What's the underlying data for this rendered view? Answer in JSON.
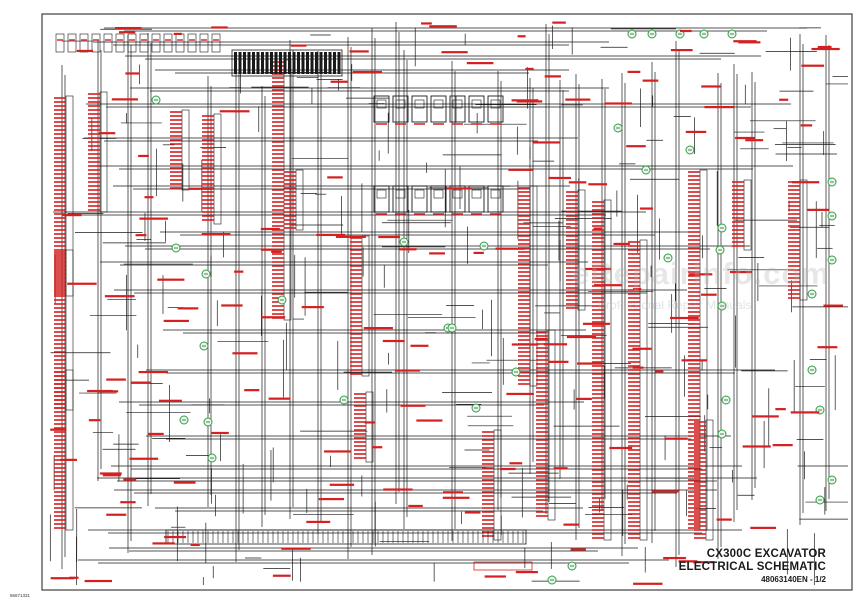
{
  "schematic": {
    "title_line1": "CX300C EXCAVATOR",
    "title_line2": "ELECTRICAL SCHEMATIC",
    "document_number": "48063140EN - 1/2",
    "drawing_code": "86671331",
    "colors": {
      "wire": "#1a1a1a",
      "component_label": "#d42020",
      "paper": "#ffffff",
      "connector_fill": "#2ea043"
    }
  },
  "watermark": {
    "text": "eRepairInfo.com",
    "subtext": "Professional Repair Manuals"
  }
}
